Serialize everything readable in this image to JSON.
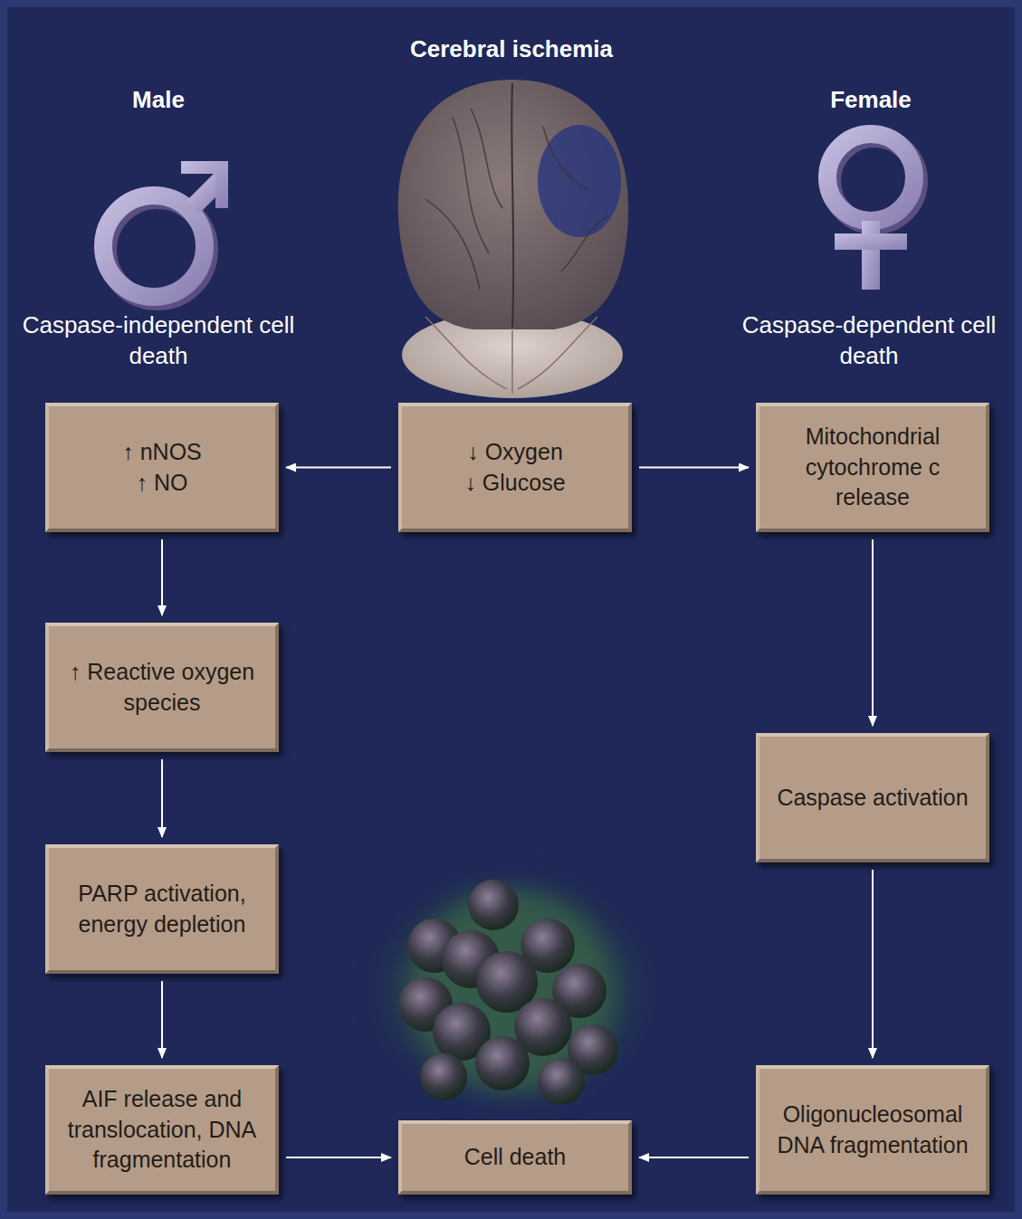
{
  "diagram": {
    "title": "Cerebral ischemia",
    "nodes": [
      {
        "text": [
          "↑ nNOS",
          "↑ NO"
        ]
      },
      {
        "text": [
          "↓ Oxygen",
          "↓ Glucose"
        ]
      },
      {
        "text": [
          "Mitochondrial cytochrome c release"
        ]
      },
      {
        "text": [
          "↑ Reactive oxygen species"
        ]
      },
      {
        "text": [
          "Caspase activation"
        ]
      },
      {
        "text": [
          "PARP activation, energy depletion"
        ]
      },
      {
        "text": [
          "AIF release and translocation, DNA fragmentation"
        ]
      },
      {
        "text": [
          "Cell death"
        ]
      },
      {
        "text": [
          "Oligonucleosomal DNA fragmentation"
        ]
      }
    ],
    "edges": [
      {
        "from": 1,
        "to": 0,
        "arrow": "to"
      },
      {
        "from": 1,
        "to": 2,
        "arrow": "to"
      },
      {
        "from": 0,
        "to": 3,
        "arrow": "to"
      },
      {
        "from": 3,
        "to": 5,
        "arrow": "to"
      },
      {
        "from": 5,
        "to": 6,
        "arrow": "to"
      },
      {
        "from": 6,
        "to": 7,
        "arrow": "to"
      },
      {
        "from": 2,
        "to": 4,
        "arrow": "to"
      },
      {
        "from": 4,
        "to": 8,
        "arrow": "to"
      },
      {
        "from": 8,
        "to": 7,
        "arrow": "to"
      }
    ],
    "labels": [
      "Male",
      "Female",
      "Caspase-independent cell death",
      "Caspase-dependent cell death"
    ]
  }
}
